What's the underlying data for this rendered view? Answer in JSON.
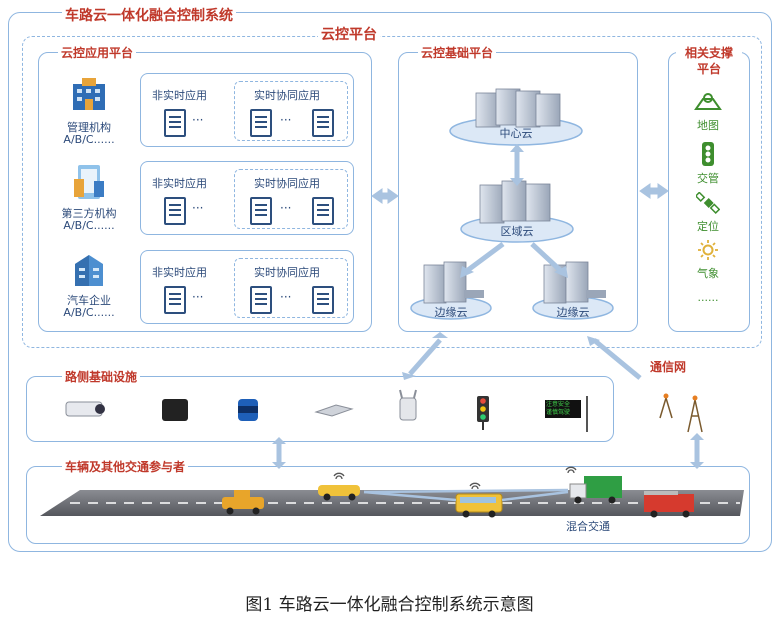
{
  "main_title": "车路云一体化融合控制系统",
  "cloud_platform": "云控平台",
  "app_platform": {
    "title": "云控应用平台",
    "orgs": [
      {
        "name": "管理机构",
        "sub": "A/B/C......"
      },
      {
        "name": "第三方机构",
        "sub": "A/B/C......"
      },
      {
        "name": "汽车企业",
        "sub": "A/B/C......"
      }
    ],
    "non_realtime": "非实时应用",
    "realtime": "实时协同应用",
    "ellipsis": "···"
  },
  "base_platform": {
    "title": "云控基础平台",
    "center": "中心云",
    "region": "区域云",
    "edge1": "边缘云",
    "edge2": "边缘云"
  },
  "support_platform": {
    "title_line1": "相关支撑",
    "title_line2": "平台",
    "items": [
      "地图",
      "交管",
      "定位",
      "气象"
    ],
    "more": "......"
  },
  "roadside": {
    "title": "路侧基础设施",
    "sign_line1": "注意安全",
    "sign_line2": "谨慎驾驶"
  },
  "network": "通信网",
  "vehicles": {
    "title": "车辆及其他交通参与者",
    "mixed": "混合交通"
  },
  "caption": "图1  车路云一体化融合控制系统示意图",
  "colors": {
    "accent_red": "#c0392b",
    "line_blue": "#8fb6e0",
    "text_blue": "#2c4a7a",
    "support_green": "#3e8e2e"
  }
}
